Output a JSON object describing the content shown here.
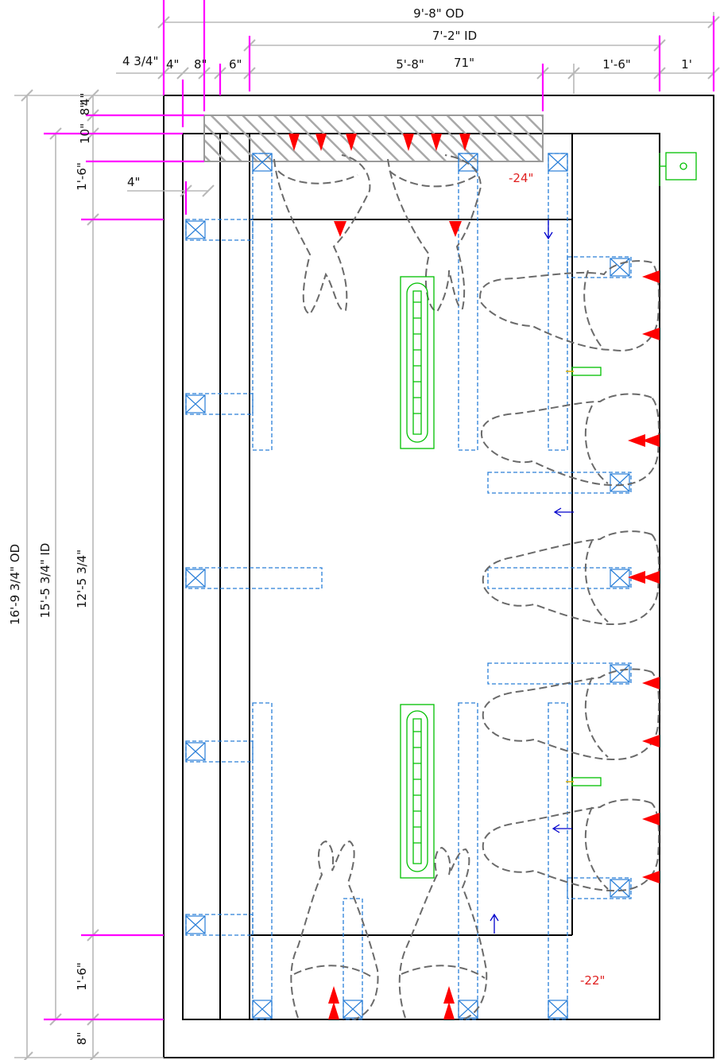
{
  "dimensions": {
    "od_width": "9'-8\" OD",
    "id_width": "7'-2\" ID",
    "seg_4_3_4": "4 3/4\"",
    "seg_4a": "4\"",
    "seg_8a": "8\"",
    "seg_6": "6\"",
    "seg_5_8": "5'-8\"",
    "seg_71": "71\"",
    "seg_1_6": "1'-6\"",
    "seg_1": "1'",
    "left_8": "8\"",
    "left_4": "4\"",
    "left_10": "10\"",
    "left_1_6_top": "1'-6\"",
    "left_4_inner": "4\"",
    "od_height": "16'-9 3/4\" OD",
    "id_height": "15'-5 3/4\" ID",
    "inner_height": "12'-5 3/4\"",
    "left_1_6_bottom": "1'-6\"",
    "left_8_bottom": "8\""
  },
  "annotations": {
    "top_offset": "-24\"",
    "bottom_offset": "-22\""
  },
  "colors": {
    "walls": "#000000",
    "dimension_lines": "#b8b8b8",
    "reference_lines": "#ff00ff",
    "equipment": "#2a7fd8",
    "figures": "#6a6a6a",
    "markers": "#ff0000",
    "drains": "#00c000",
    "arrows": "#0000cc"
  }
}
